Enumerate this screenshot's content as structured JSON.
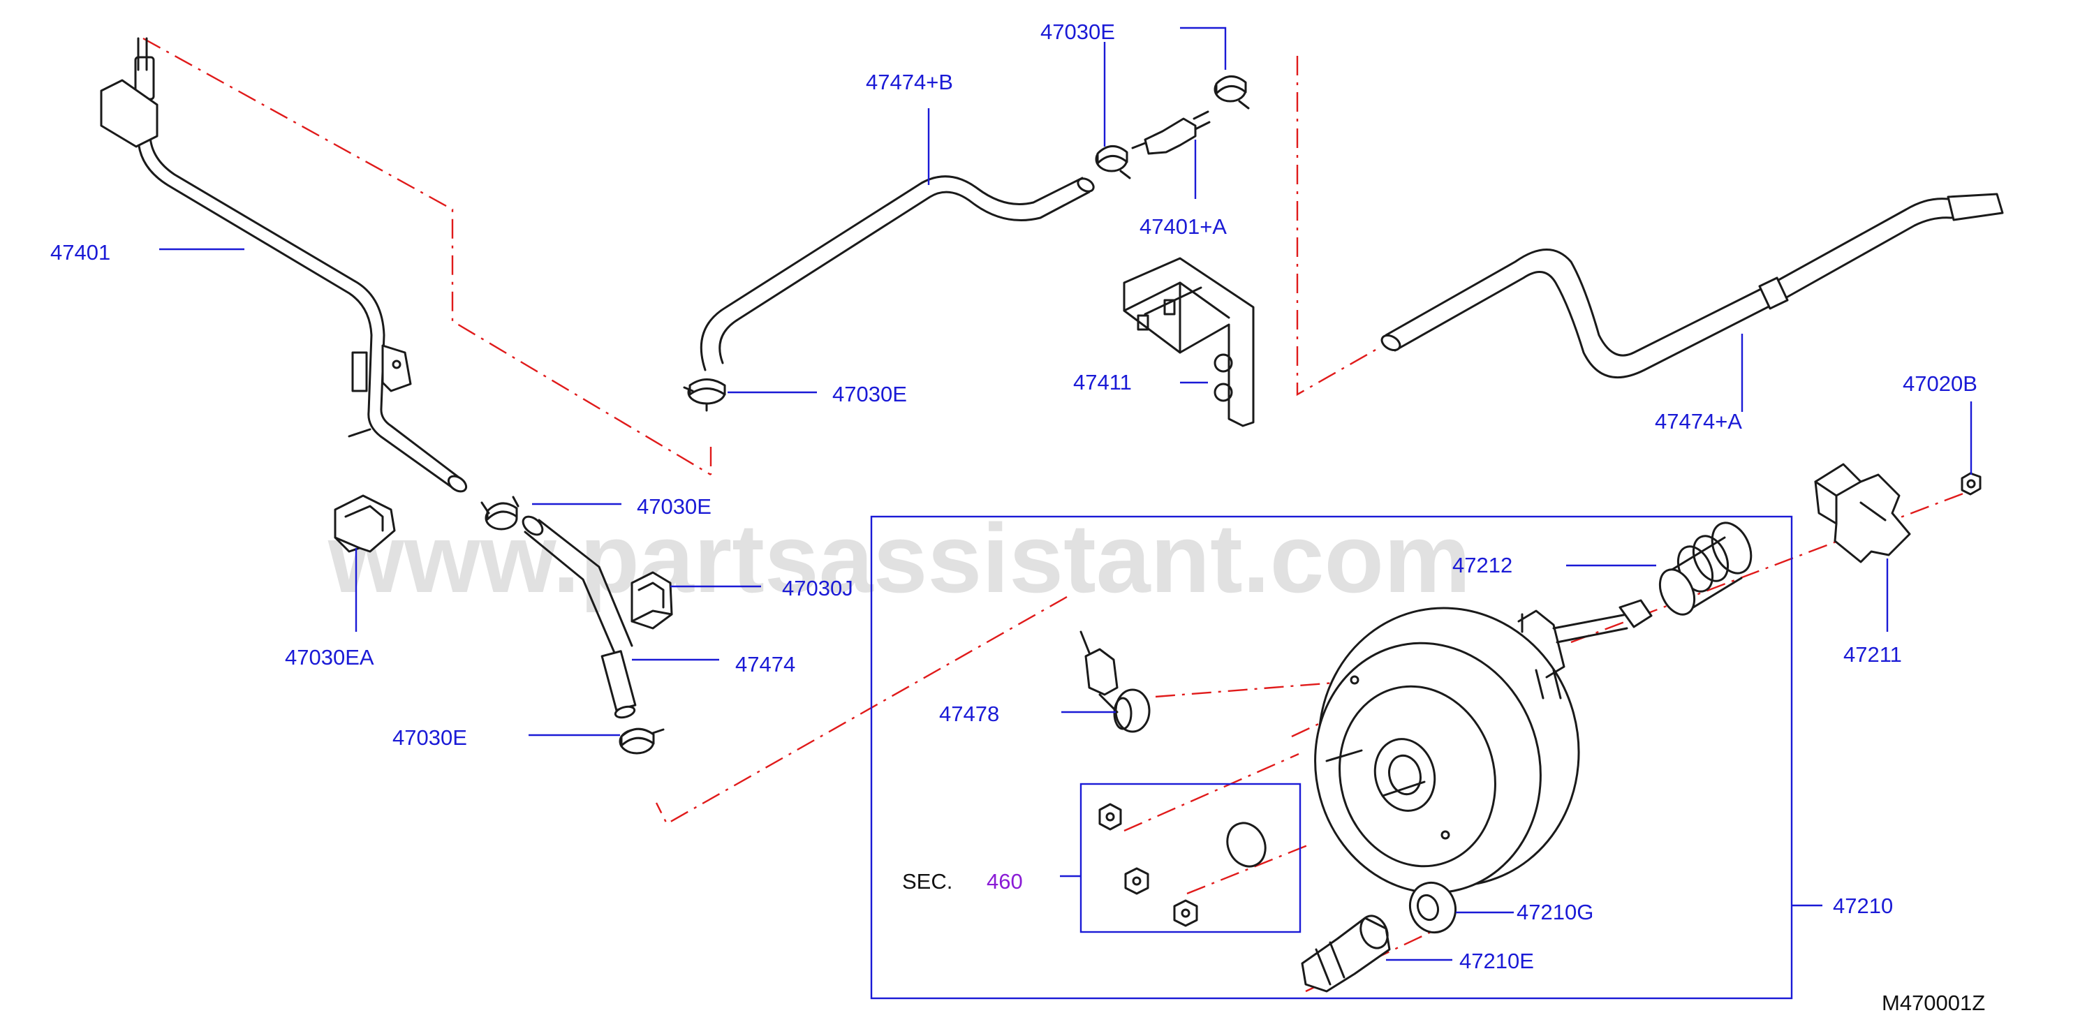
{
  "labels": {
    "p47401": "47401",
    "p47474B": "47474+B",
    "p47030E_top": "47030E",
    "p47401A": "47401+A",
    "p47411": "47411",
    "p47030E_mid": "47030E",
    "p47030E_clamp": "47030E",
    "p47030EA": "47030EA",
    "p47030J": "47030J",
    "p47474": "47474",
    "p47030E_low": "47030E",
    "p47474A": "47474+A",
    "p47020B": "47020B",
    "p47211": "47211",
    "p47212": "47212",
    "p47478": "47478",
    "sec_prefix": "SEC.",
    "sec_number": "460",
    "p47210G": "47210G",
    "p47210": "47210",
    "p47210E": "47210E",
    "diagram_code": "M470001Z"
  },
  "watermark": "www.partsassistant.com",
  "colors": {
    "label": "#1a1ad6",
    "section_ref": "#8a1bd6",
    "phantom_line": "#e01a1a",
    "outline": "#1a1a1a"
  }
}
